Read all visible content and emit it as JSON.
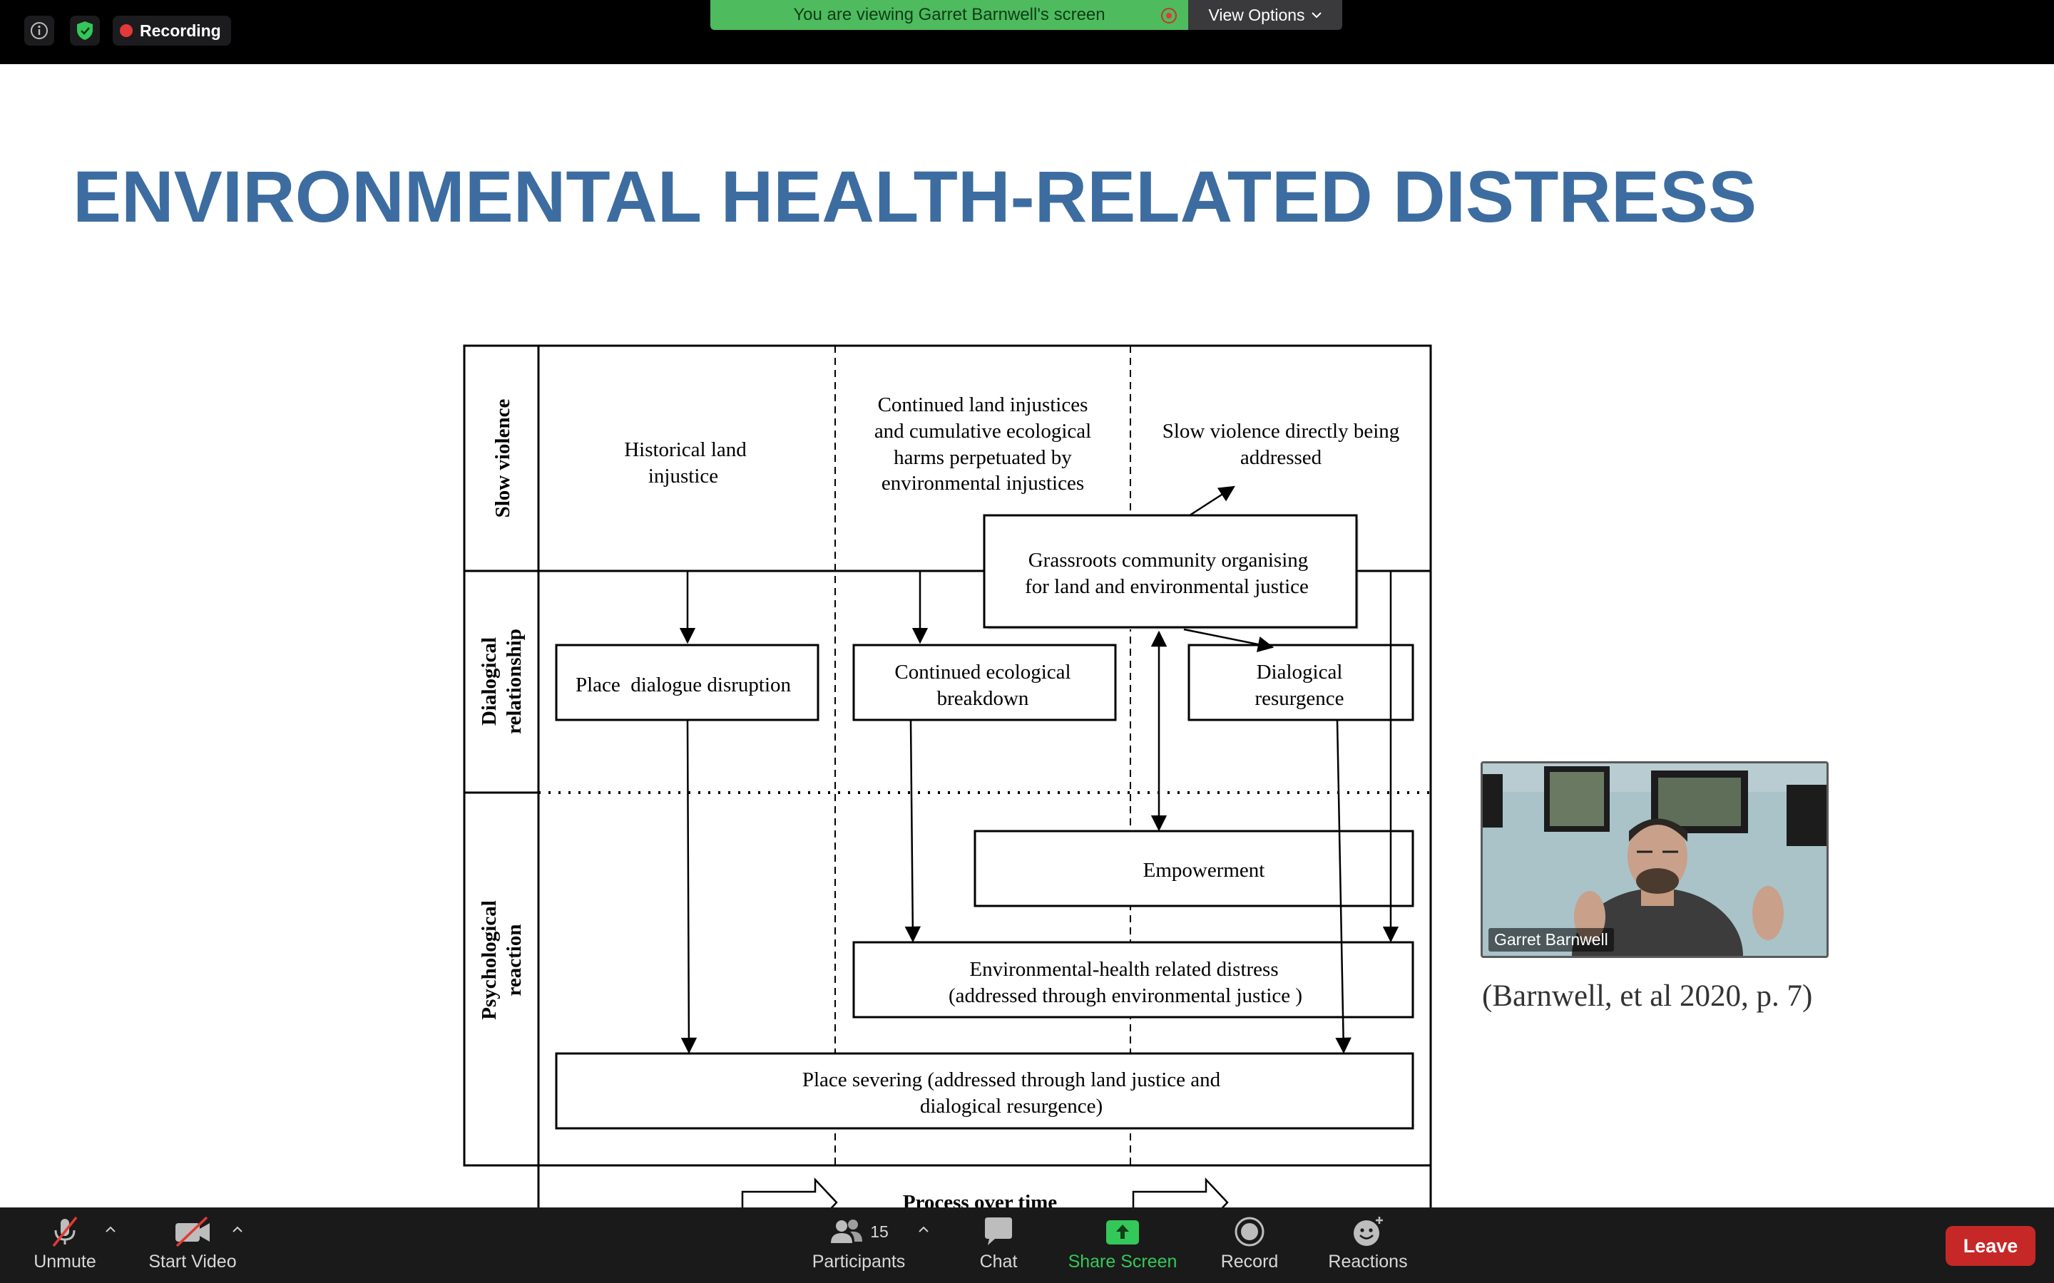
{
  "topbar": {
    "recording_label": "Recording",
    "viewing_banner": "You are viewing Garret Barnwell's screen",
    "view_options_label": "View Options"
  },
  "slide": {
    "title": "ENVIRONMENTAL HEALTH-RELATED DISTRESS",
    "citation": "(Barnwell, et al 2020, p. 7)",
    "diagram": {
      "row_labels": {
        "slow_violence": "Slow violence",
        "dialogical_1": "Dialogical",
        "dialogical_2": "relationship",
        "psych_1": "Psychological",
        "psych_2": "reaction"
      },
      "historical_1": "Historical land",
      "historical_2": "injustice",
      "continued_1": "Continued land injustices",
      "continued_2": "and cumulative ecological",
      "continued_3": "harms perpetuated by",
      "continued_4": "environmental injustices",
      "slowv_1": "Slow violence directly being",
      "slowv_2": "addressed",
      "grassroots_1": "Grassroots community organising",
      "grassroots_2": "for land and environmental justice",
      "place_dialogue": "Place  dialogue disruption",
      "eco_breakdown_1": "Continued ecological",
      "eco_breakdown_2": "breakdown",
      "dialogical_res_1": "Dialogical",
      "dialogical_res_2": "resurgence",
      "empowerment": "Empowerment",
      "env_distress_1": "Environmental-health related distress",
      "env_distress_2": "(addressed through environmental justice )",
      "severing_1": "Place severing (addressed through land justice and",
      "severing_2": "dialogical resurgence)",
      "process": "Process over time"
    }
  },
  "video": {
    "participant_name": "Garret Barnwell"
  },
  "toolbar": {
    "unmute": "Unmute",
    "start_video": "Start Video",
    "participants": "Participants",
    "participant_count": "15",
    "chat": "Chat",
    "share_screen": "Share Screen",
    "record": "Record",
    "reactions": "Reactions",
    "leave": "Leave"
  },
  "colors": {
    "title_blue": "#3d6da0",
    "banner_green": "#4ebb5f",
    "share_green": "#34c759",
    "leave_red": "#c62828"
  }
}
